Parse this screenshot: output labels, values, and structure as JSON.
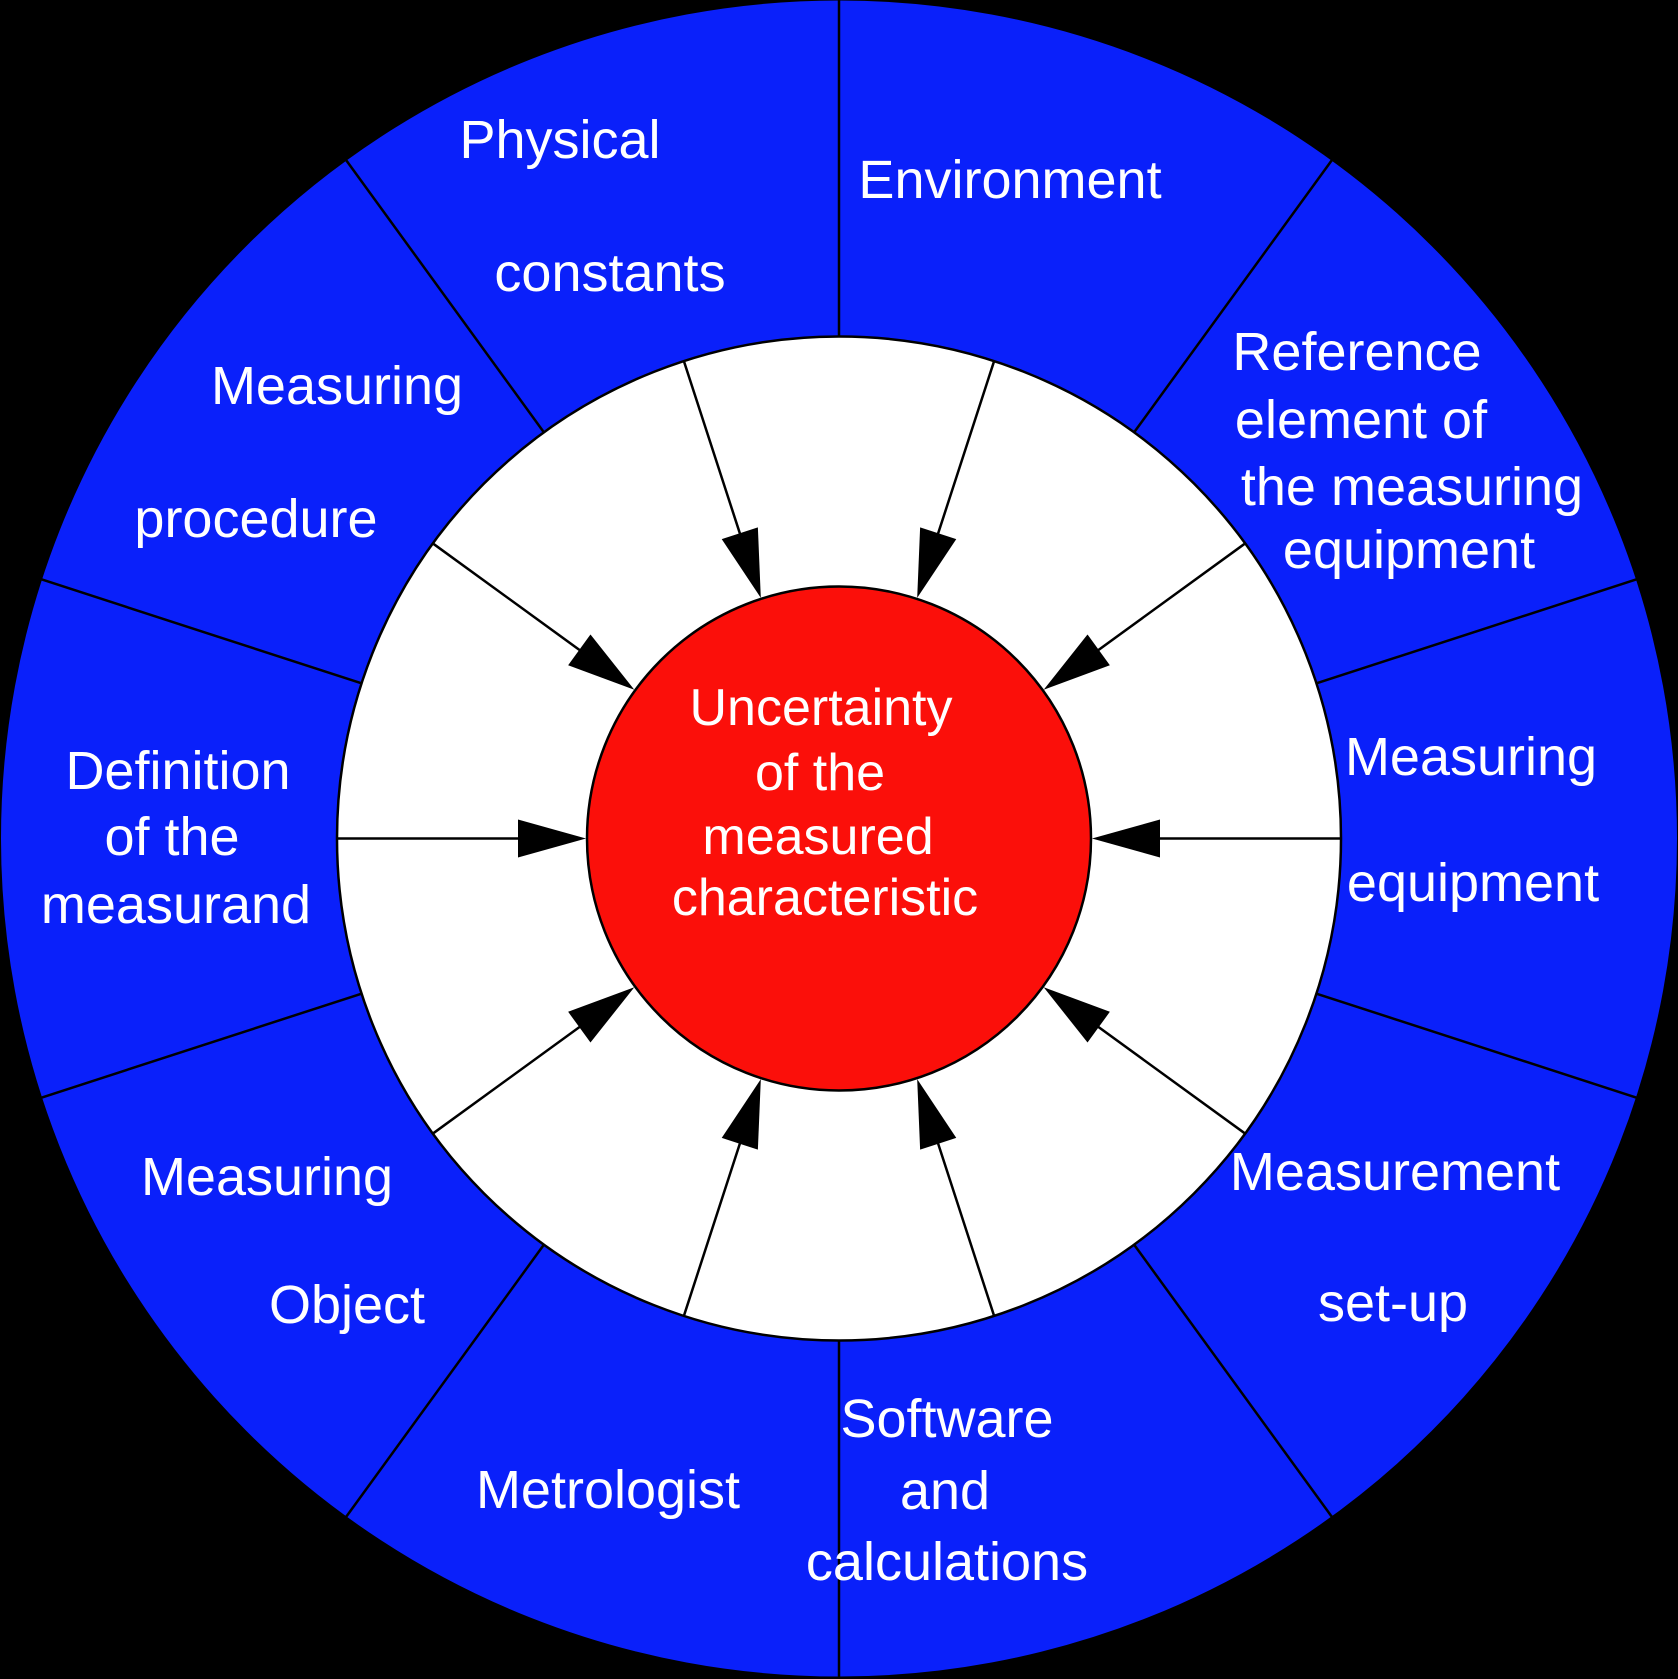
{
  "diagram": {
    "title_semantic": "Sources of uncertainty wheel",
    "center_label": {
      "lines": [
        "Uncertainty",
        "of the",
        "measured",
        "characteristic"
      ]
    },
    "segments": [
      {
        "id": "physical-constants",
        "mid_angle_deg": 108,
        "label_lines": [
          "Physical",
          "constants"
        ]
      },
      {
        "id": "environment",
        "mid_angle_deg": 72,
        "label_lines": [
          "Environment"
        ]
      },
      {
        "id": "reference-element",
        "mid_angle_deg": 36,
        "label_lines": [
          "Reference",
          "element of",
          "the measuring",
          "equipment"
        ]
      },
      {
        "id": "measuring-equipment",
        "mid_angle_deg": 0,
        "label_lines": [
          "Measuring",
          "equipment"
        ]
      },
      {
        "id": "measurement-set-up",
        "mid_angle_deg": -36,
        "label_lines": [
          "Measurement",
          "set-up"
        ]
      },
      {
        "id": "software-calculations",
        "mid_angle_deg": -72,
        "label_lines": [
          "Software",
          "and",
          "calculations"
        ]
      },
      {
        "id": "metrologist",
        "mid_angle_deg": -108,
        "label_lines": [
          "Metrologist"
        ]
      },
      {
        "id": "measuring-object",
        "mid_angle_deg": -144,
        "label_lines": [
          "Measuring",
          "Object"
        ]
      },
      {
        "id": "definition-measurand",
        "mid_angle_deg": 180,
        "label_lines": [
          "Definition",
          "of the",
          "measurand"
        ]
      },
      {
        "id": "measuring-procedure",
        "mid_angle_deg": 144,
        "label_lines": [
          "Measuring",
          "procedure"
        ]
      }
    ],
    "colors": {
      "background": "#000000",
      "outer_ring": "#0a20fa",
      "ring_gap": "#ffffff",
      "inner_circle": "#fb0f0a",
      "lines": "#000000",
      "text": "#ffffff"
    }
  }
}
